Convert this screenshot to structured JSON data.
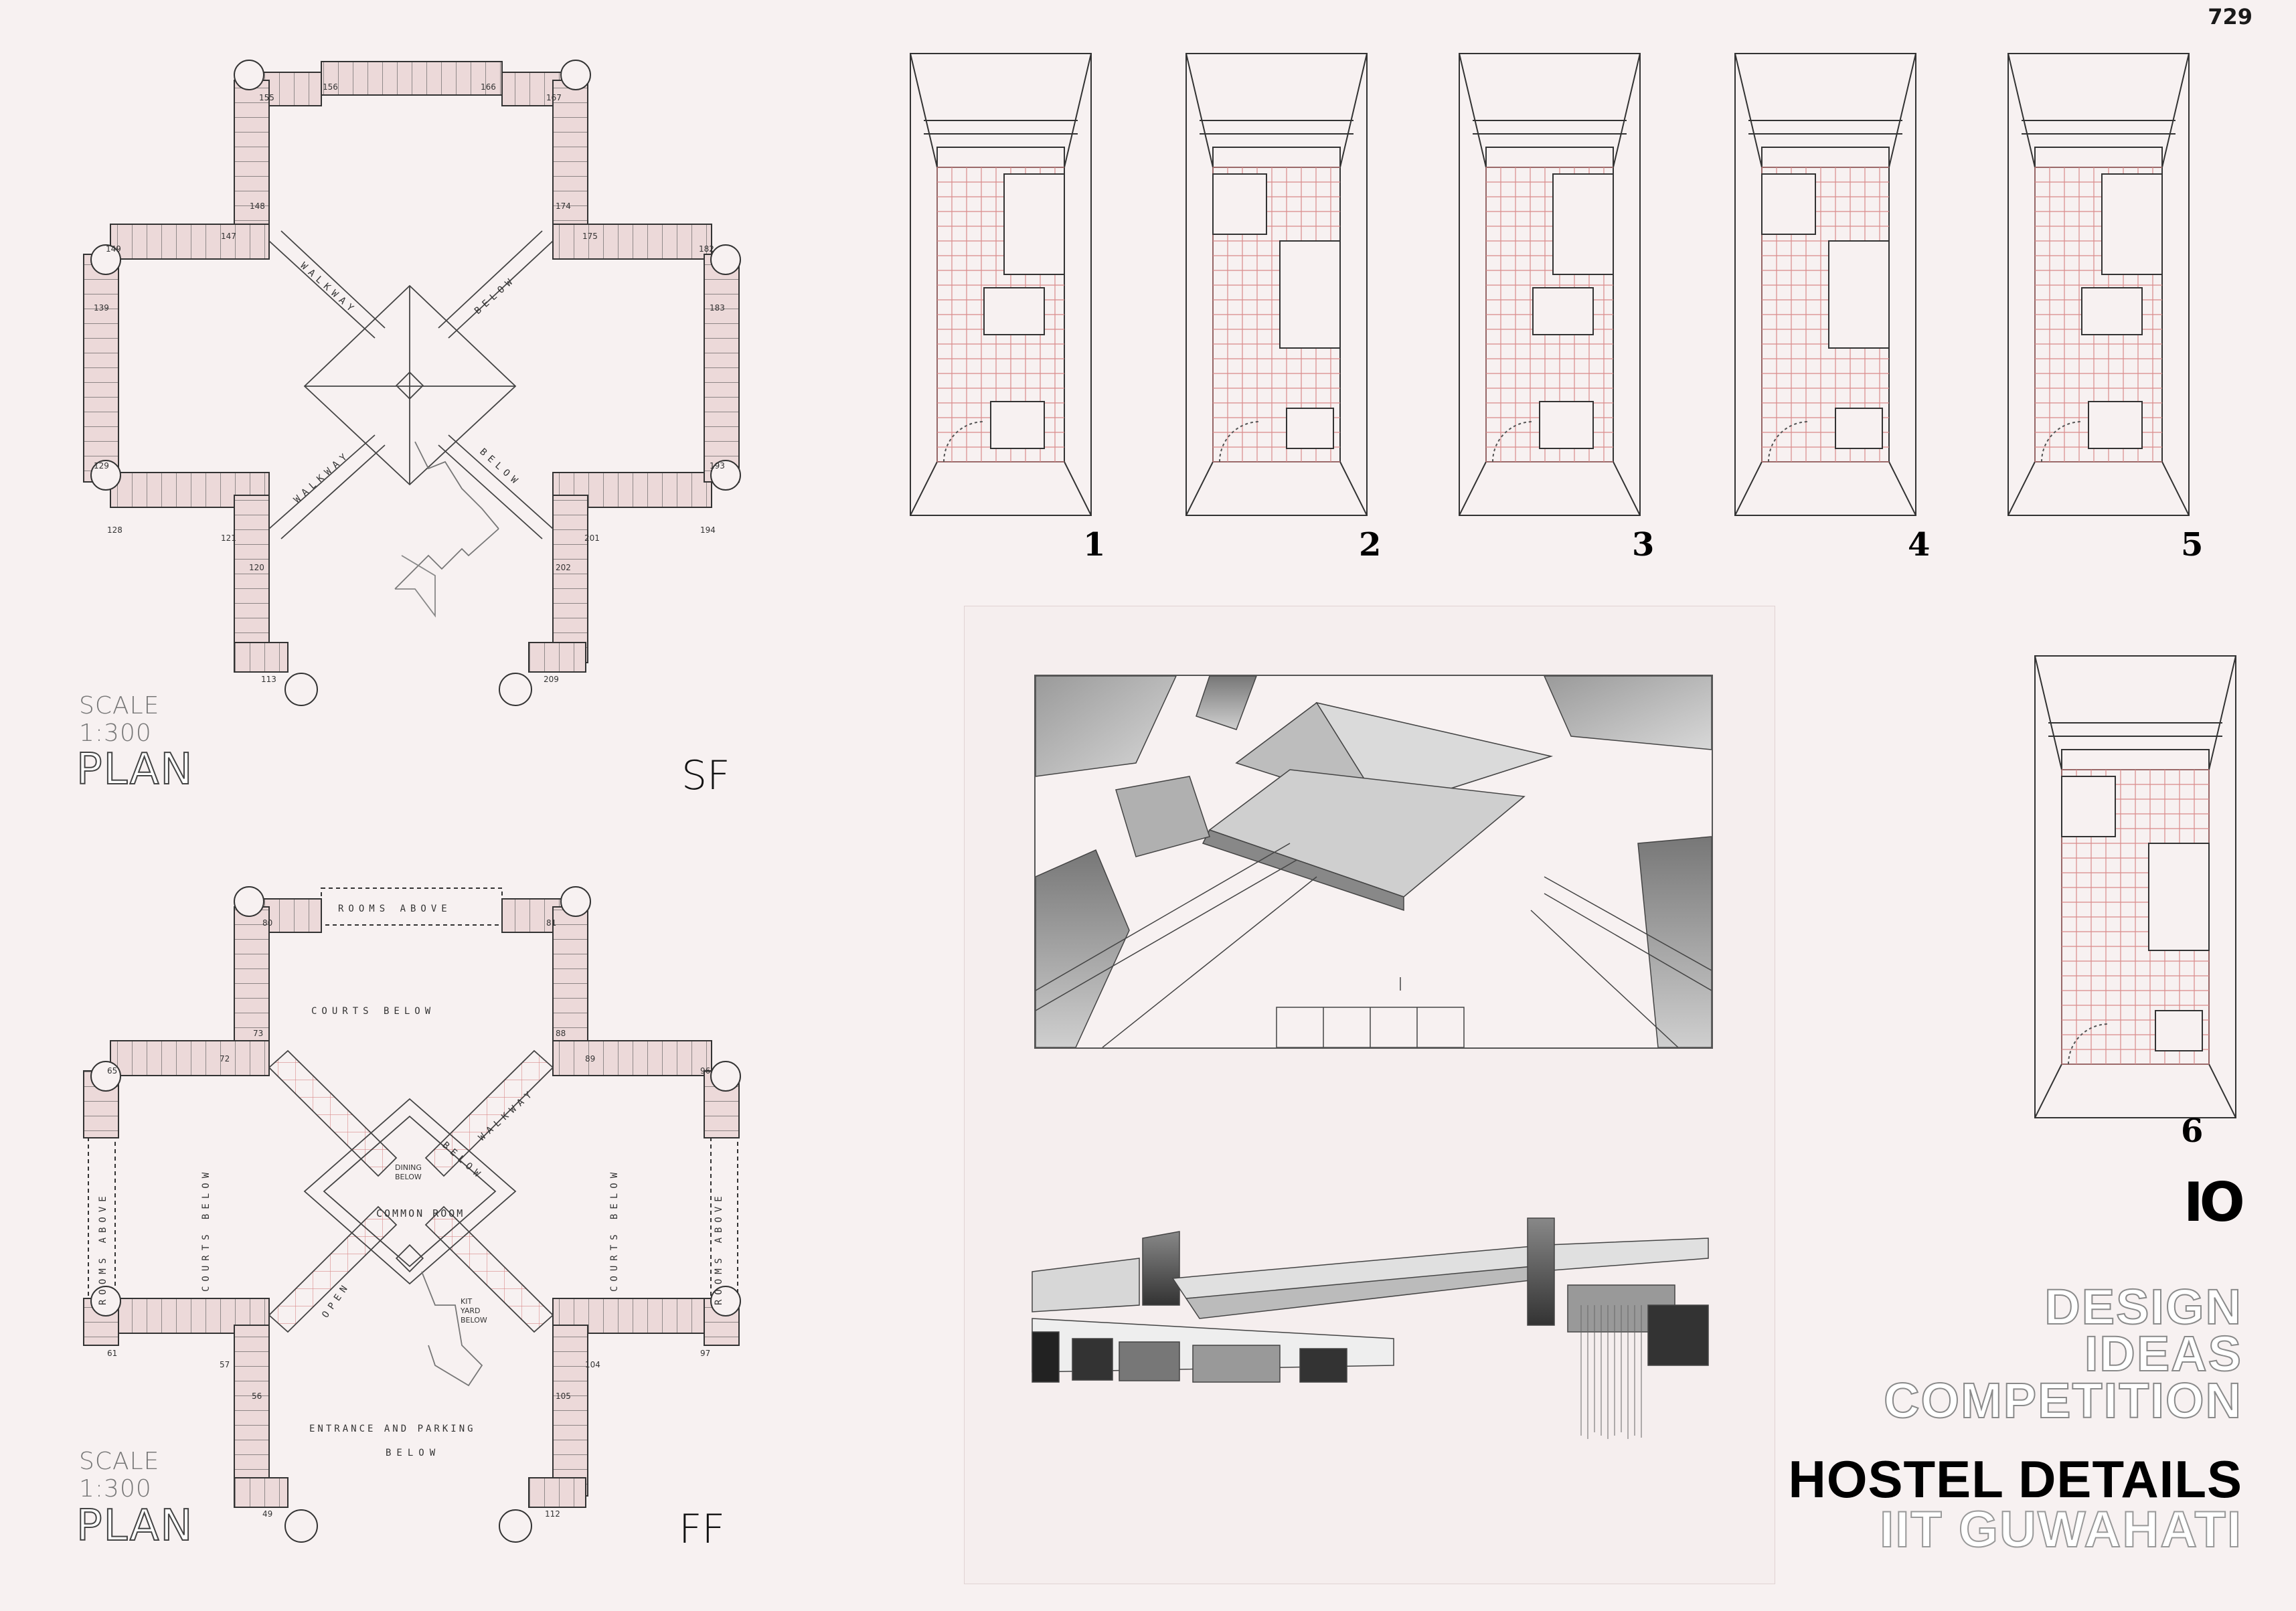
{
  "sheet": {
    "number": "729"
  },
  "plans": [
    {
      "id": "sf",
      "scale_word": "SCALE",
      "scale_value": "1:300",
      "plan_word": "PLAN",
      "floor": "SF",
      "rooms": [
        "155",
        "156",
        "166",
        "167",
        "148",
        "147",
        "174",
        "175",
        "149",
        "182",
        "139",
        "183",
        "129",
        "193",
        "128",
        "194",
        "121",
        "201",
        "120",
        "202",
        "113",
        "209"
      ],
      "labels": {
        "walkway": "WALKWAY",
        "below": "BELOW"
      }
    },
    {
      "id": "ff",
      "scale_word": "SCALE",
      "scale_value": "1:300",
      "plan_word": "PLAN",
      "floor": "FF",
      "rooms": [
        "80",
        "81",
        "73",
        "88",
        "72",
        "89",
        "65",
        "96",
        "61",
        "97",
        "57",
        "104",
        "56",
        "105",
        "49",
        "112"
      ],
      "labels": {
        "rooms_above": "ROOMS ABOVE",
        "courts_below": "COURTS BELOW",
        "walkway": "WALKWAY",
        "below": "BELOW",
        "open": "OPEN",
        "dining_l1": "DINING",
        "dining_l2": "BELOW",
        "common_room": "COMMON ROOM",
        "kit_l1": "KIT",
        "kit_l2": "YARD",
        "kit_l3": "BELOW",
        "entrance_l1": "ENTRANCE AND PARKING",
        "entrance_l2": "BELOW"
      }
    }
  ],
  "room_views": [
    {
      "number": "1"
    },
    {
      "number": "2"
    },
    {
      "number": "3"
    },
    {
      "number": "4"
    },
    {
      "number": "5"
    },
    {
      "number": "6"
    }
  ],
  "titles": {
    "sheet_number": "IO",
    "line1": "DESIGN",
    "line2": "IDEAS",
    "line3": "COMPETITION",
    "main": "HOSTEL DETAILS",
    "sub": "IIT GUWAHATI"
  },
  "colors": {
    "accent": "#cc8c8c",
    "grid": "#d98a8a",
    "ink": "#1a1a1a",
    "paper": "#f7f1f1"
  }
}
